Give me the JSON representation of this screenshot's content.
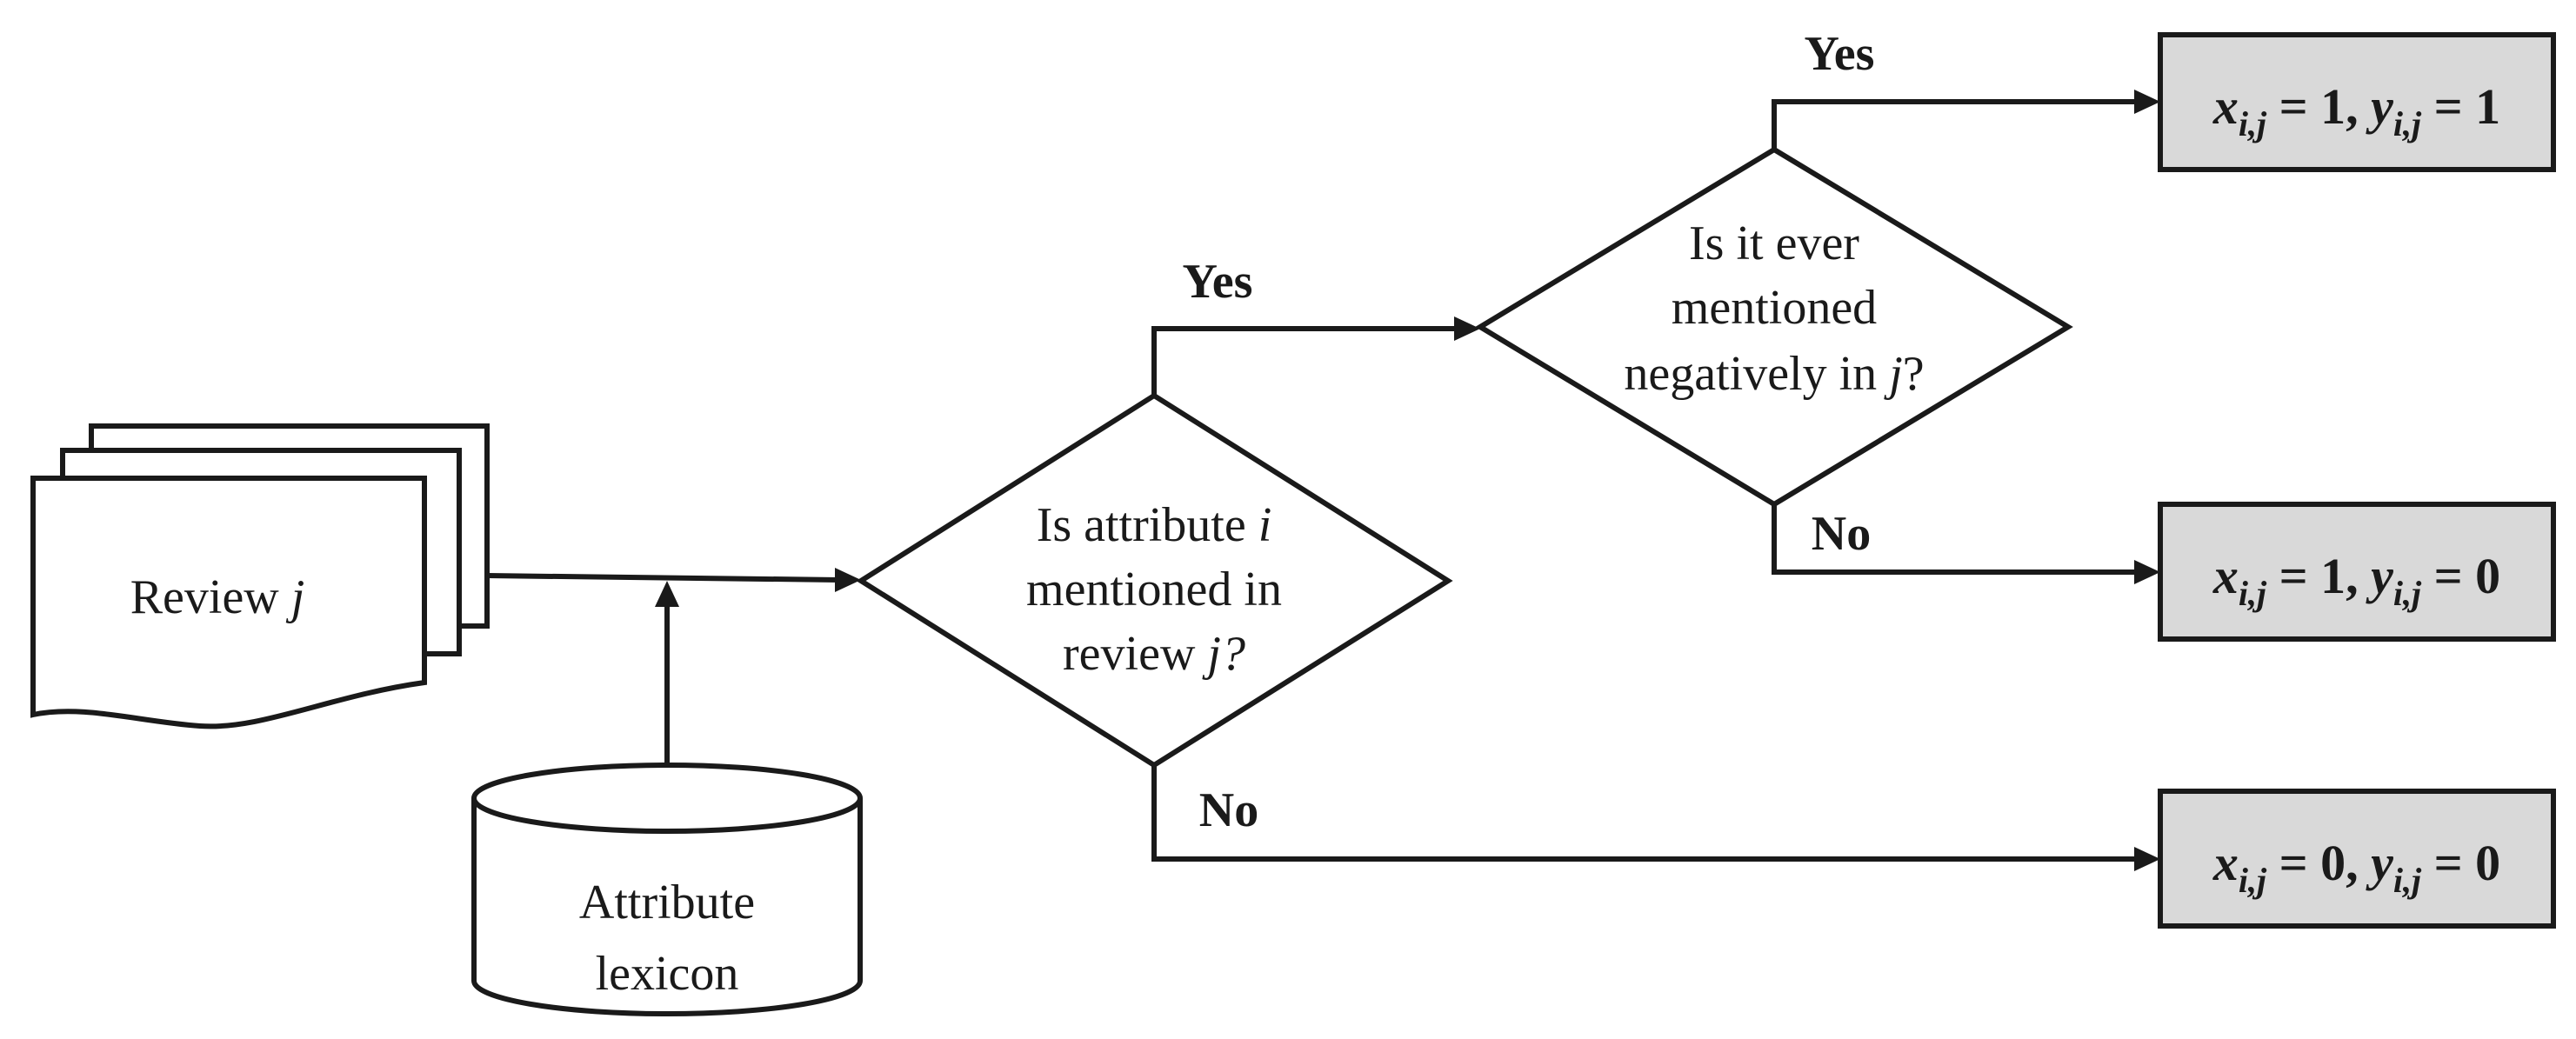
{
  "nodes": {
    "review": {
      "label": "Review",
      "var": "j"
    },
    "lexicon": {
      "line1": "Attribute",
      "line2": "lexicon"
    },
    "decision_mentioned": {
      "line1_text": "Is attribute ",
      "line1_var": "i",
      "line2": "mentioned in",
      "line3_text": "review ",
      "line3_var": "j?"
    },
    "decision_negative": {
      "line1": "Is it ever",
      "line2": "mentioned",
      "line3_text": "negatively in ",
      "line3_var": "j",
      "line3_end": "?"
    },
    "result_1_1": {
      "x_var": "x",
      "x_sub": "i,j",
      "x_val": " = 1, ",
      "y_var": "y",
      "y_sub": "i,j",
      "y_val": " = 1"
    },
    "result_1_0": {
      "x_var": "x",
      "x_sub": "i,j",
      "x_val": " = 1, ",
      "y_var": "y",
      "y_sub": "i,j",
      "y_val": " = 0"
    },
    "result_0_0": {
      "x_var": "x",
      "x_sub": "i,j",
      "x_val": " = 0, ",
      "y_var": "y",
      "y_sub": "i,j",
      "y_val": " = 0"
    }
  },
  "edges": {
    "mentioned_yes": "Yes",
    "mentioned_no": "No",
    "negative_yes": "Yes",
    "negative_no": "No"
  },
  "colors": {
    "stroke": "#1a1a1a",
    "result_fill": "#d9d9d9",
    "background": "#ffffff"
  }
}
